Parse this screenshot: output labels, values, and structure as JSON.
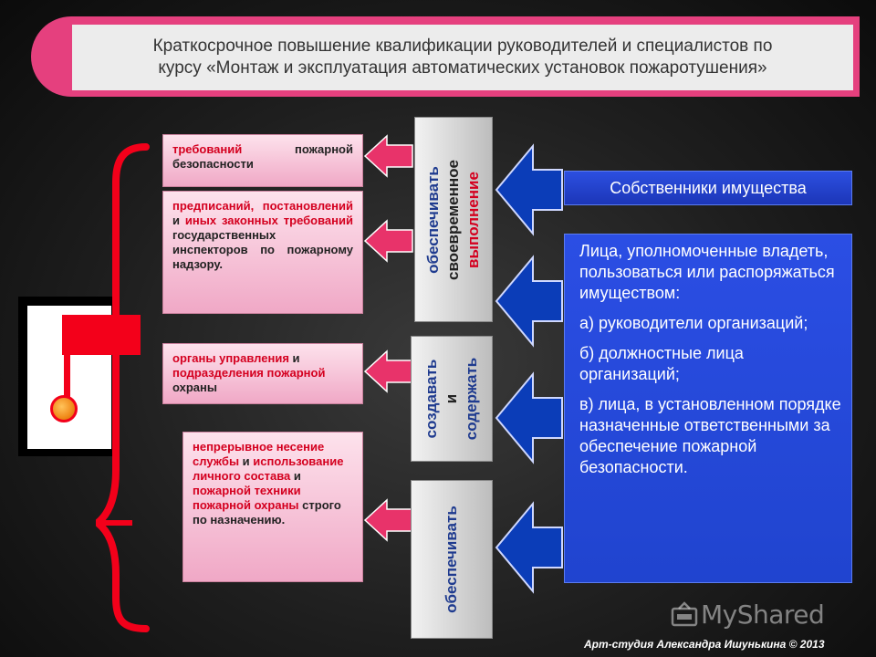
{
  "title": {
    "line1": "Краткосрочное повышение квалификации руководителей и специалистов по",
    "line2": "курсу «Монтаж и эксплуатация автоматических установок пожаротушения»"
  },
  "left_boxes": [
    {
      "parts": [
        {
          "t": "требований",
          "red": true
        },
        {
          "t": " пожарной безопасности",
          "red": false
        }
      ]
    },
    {
      "parts": [
        {
          "t": "предписаний, постановлений",
          "red": true
        },
        {
          "t": " и ",
          "red": false
        },
        {
          "t": "иных законных требований",
          "red": true
        },
        {
          "t": " государственных инспекторов по пожарному надзору.",
          "red": false
        }
      ]
    },
    {
      "parts": [
        {
          "t": "органы управления",
          "red": true
        },
        {
          "t": " и ",
          "red": false
        },
        {
          "t": "подразделения пожарной",
          "red": true
        },
        {
          "t": " охраны",
          "red": false
        }
      ]
    },
    {
      "parts": [
        {
          "t": "непрерывное несение службы",
          "red": true
        },
        {
          "t": " и ",
          "red": false
        },
        {
          "t": "использование личного состава",
          "red": true
        },
        {
          "t": " и ",
          "red": false
        },
        {
          "t": "пожарной техники пожарной охраны",
          "red": true
        },
        {
          "t": " строго по назначению.",
          "red": false
        }
      ]
    }
  ],
  "middle": {
    "g1_line1": "обеспечивать",
    "g1_line2": "своевременное",
    "g1_line3": "выполнение",
    "g2_line1": "создавать",
    "g2_line2": "и",
    "g2_line3": "содержать",
    "g3_line1": "обеспечивать"
  },
  "right": {
    "owners": "Собственники имущества",
    "authorized": "Лица, уполномоченные владеть, пользоваться или распоряжаться имуществом:",
    "item_a": "а) руководители организаций;",
    "item_b": "б) должностные лица организаций;",
    "item_c": "в) лица, в установленном порядке назначенные ответственными за обеспечение пожарной безопасности."
  },
  "watermark": "MyShared",
  "footer": "Арт-студия Александра Ишунькина © 2013",
  "colors": {
    "accent_pink": "#e5407e",
    "flag_red": "#f3001a",
    "text_red": "#d4001f",
    "blue": "#2044cf",
    "vertical_text": "#1f3b8f"
  }
}
